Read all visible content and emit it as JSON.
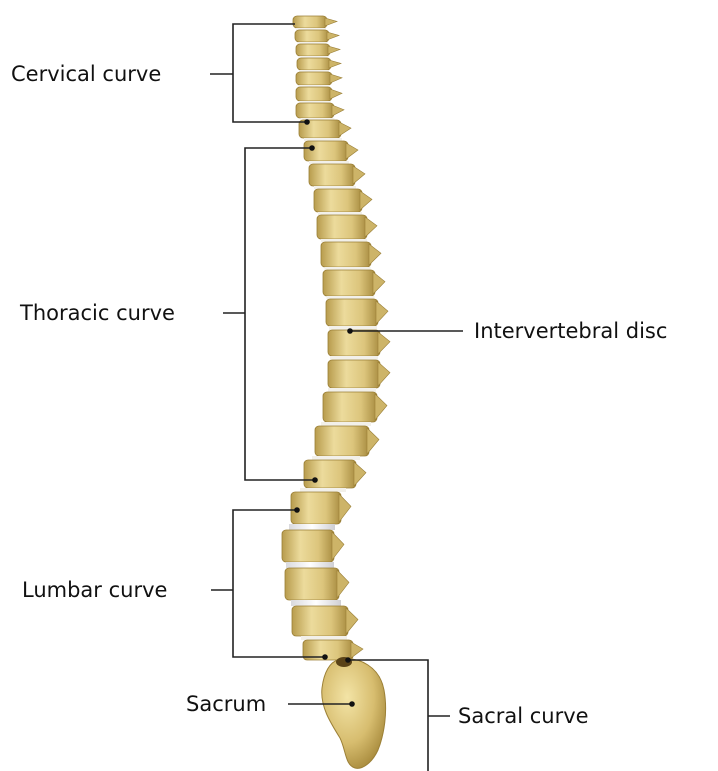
{
  "labels": {
    "cervical": "Cervical curve",
    "thoracic": "Thoracic curve",
    "lumbar": "Lumbar curve",
    "sacrum": "Sacrum",
    "intervertebral": "Intervertebral disc",
    "sacral": "Sacral curve"
  },
  "colors": {
    "bone_light": "#f1e3a8",
    "bone_mid": "#dcc57c",
    "bone_dark": "#b59a4c",
    "disc": "#f4f4f6",
    "line": "#222222"
  }
}
